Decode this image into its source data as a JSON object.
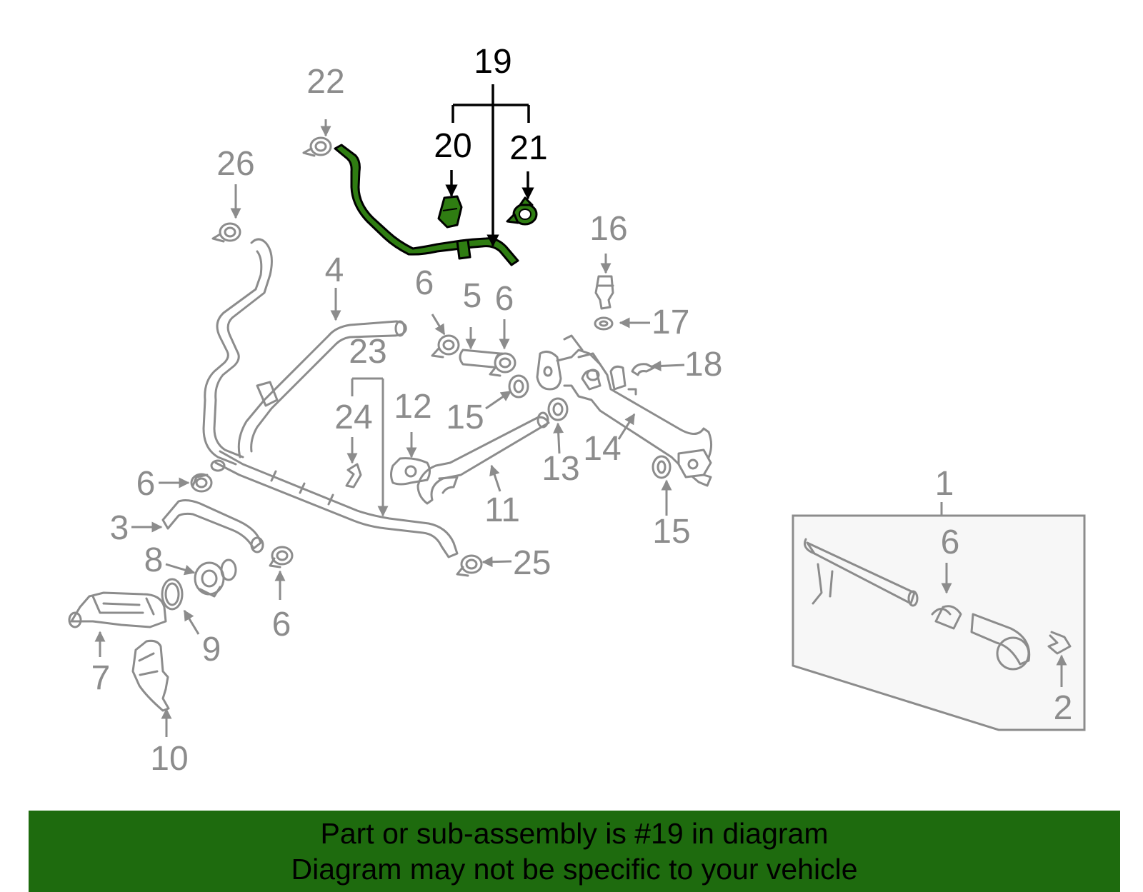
{
  "callouts": [
    {
      "id": "c19",
      "text": "19",
      "color": "black"
    },
    {
      "id": "c20",
      "text": "20",
      "color": "black"
    },
    {
      "id": "c21",
      "text": "21",
      "color": "black"
    },
    {
      "id": "c22",
      "text": "22",
      "color": "grey"
    },
    {
      "id": "c26",
      "text": "26",
      "color": "grey"
    },
    {
      "id": "c16",
      "text": "16",
      "color": "grey"
    },
    {
      "id": "c17",
      "text": "17",
      "color": "grey"
    },
    {
      "id": "c18",
      "text": "18",
      "color": "grey"
    },
    {
      "id": "c4",
      "text": "4",
      "color": "grey"
    },
    {
      "id": "c5",
      "text": "5",
      "color": "grey"
    },
    {
      "id": "c6a",
      "text": "6",
      "color": "grey"
    },
    {
      "id": "c6b",
      "text": "6",
      "color": "grey"
    },
    {
      "id": "c6c",
      "text": "6",
      "color": "grey"
    },
    {
      "id": "c6d",
      "text": "6",
      "color": "grey"
    },
    {
      "id": "c6e",
      "text": "6",
      "color": "grey"
    },
    {
      "id": "c23",
      "text": "23",
      "color": "grey"
    },
    {
      "id": "c24",
      "text": "24",
      "color": "grey"
    },
    {
      "id": "c12",
      "text": "12",
      "color": "grey"
    },
    {
      "id": "c15a",
      "text": "15",
      "color": "grey"
    },
    {
      "id": "c15b",
      "text": "15",
      "color": "grey"
    },
    {
      "id": "c13",
      "text": "13",
      "color": "grey"
    },
    {
      "id": "c14",
      "text": "14",
      "color": "grey"
    },
    {
      "id": "c11",
      "text": "11",
      "color": "grey"
    },
    {
      "id": "c3",
      "text": "3",
      "color": "grey"
    },
    {
      "id": "c8",
      "text": "8",
      "color": "grey"
    },
    {
      "id": "c9",
      "text": "9",
      "color": "grey"
    },
    {
      "id": "c7",
      "text": "7",
      "color": "grey"
    },
    {
      "id": "c10",
      "text": "10",
      "color": "grey"
    },
    {
      "id": "c25",
      "text": "25",
      "color": "grey"
    },
    {
      "id": "c1",
      "text": "1",
      "color": "grey"
    },
    {
      "id": "c2",
      "text": "2",
      "color": "grey"
    }
  ],
  "banner": {
    "line1": "Part or sub-assembly is #19 in diagram",
    "line2": "Diagram may not be specific to your vehicle"
  },
  "colors": {
    "highlight": "#2f7d12",
    "banner": "#1e6b0e",
    "part_line": "#8c8c8c",
    "inset_fill": "#f7f7f7"
  }
}
